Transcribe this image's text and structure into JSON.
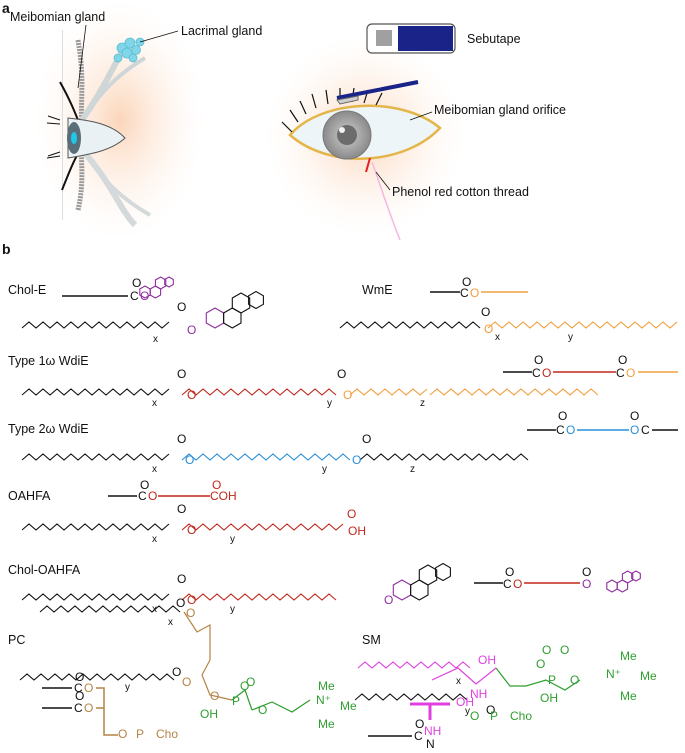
{
  "panel_a": {
    "letter": "a",
    "labels": {
      "meibomian_gland": "Meibomian gland",
      "lacrimal_gland": "Lacrimal gland",
      "sebutape": "Sebutape",
      "orifice": "Meibomian gland orifice",
      "thread": "Phenol red cotton thread"
    }
  },
  "panel_b": {
    "letter": "b",
    "lipids": {
      "chol_e": "Chol-E",
      "wme": "WmE",
      "type1": "Type 1ω WdiE",
      "type2": "Type 2ω WdiE",
      "oahfa": "OAHFA",
      "chol_oahfa": "Chol-OAHFA",
      "pc": "PC",
      "sm": "SM"
    },
    "atoms": {
      "O": "O",
      "C": "C",
      "OH": "OH",
      "COH": "COH",
      "NH": "NH",
      "N": "N",
      "P": "P",
      "Me": "Me",
      "Nplus": "N⁺",
      "Cho": "Cho",
      "x": "x",
      "y": "y",
      "z": "z"
    }
  },
  "colors": {
    "purple": "#8e2f9e",
    "orange": "#f0a040",
    "red": "#c0281c",
    "blue": "#2a8fd8",
    "brown": "#b58444",
    "green": "#2f9e2f",
    "magenta": "#e040e0",
    "navy": "#1a2388"
  }
}
